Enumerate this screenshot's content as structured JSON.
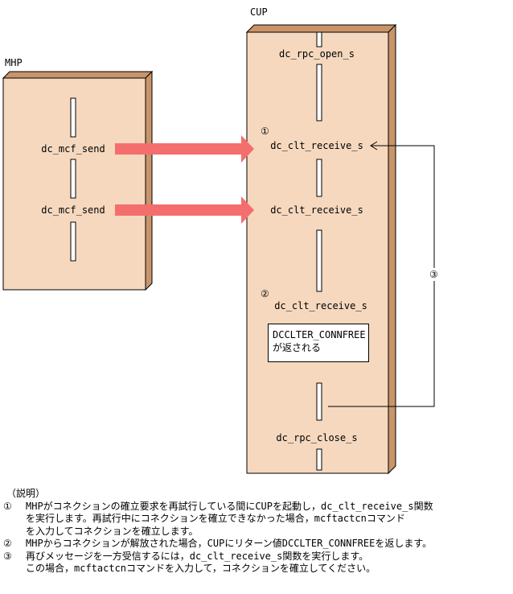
{
  "diagram": {
    "mhp_label": "MHP",
    "cup_label": "CUP",
    "mhp_calls": [
      "dc_mcf_send",
      "dc_mcf_send"
    ],
    "cup_calls": {
      "open": "dc_rpc_open_s",
      "receive1": "dc_clt_receive_s",
      "receive2": "dc_clt_receive_s",
      "receive3": "dc_clt_receive_s",
      "close": "dc_rpc_close_s"
    },
    "markers": {
      "m1": "①",
      "m2": "②",
      "m3": "③"
    },
    "return_box": {
      "line1": "DCCLTER_CONNFREE",
      "line2": "が返される"
    },
    "colors": {
      "box_face": "#f5d8be",
      "box_side": "#c8956a",
      "arrow": "#f56e6e"
    }
  },
  "explanation": {
    "title": "（説明）",
    "notes": [
      {
        "num": "①",
        "lines": [
          "MHPがコネクションの確立要求を再試行している間にCUPを起動し，dc_clt_receive_s関数",
          "を実行します。再試行中にコネクションを確立できなかった場合，mcftactcnコマンド",
          "を入力してコネクションを確立します。"
        ]
      },
      {
        "num": "②",
        "lines": [
          "MHPからコネクションが解放された場合，CUPにリターン値DCCLTER_CONNFREEを返します。"
        ]
      },
      {
        "num": "③",
        "lines": [
          "再びメッセージを一方受信するには，dc_clt_receive_s関数を実行します。",
          "この場合，mcftactcnコマンドを入力して，コネクションを確立してください。"
        ]
      }
    ]
  }
}
